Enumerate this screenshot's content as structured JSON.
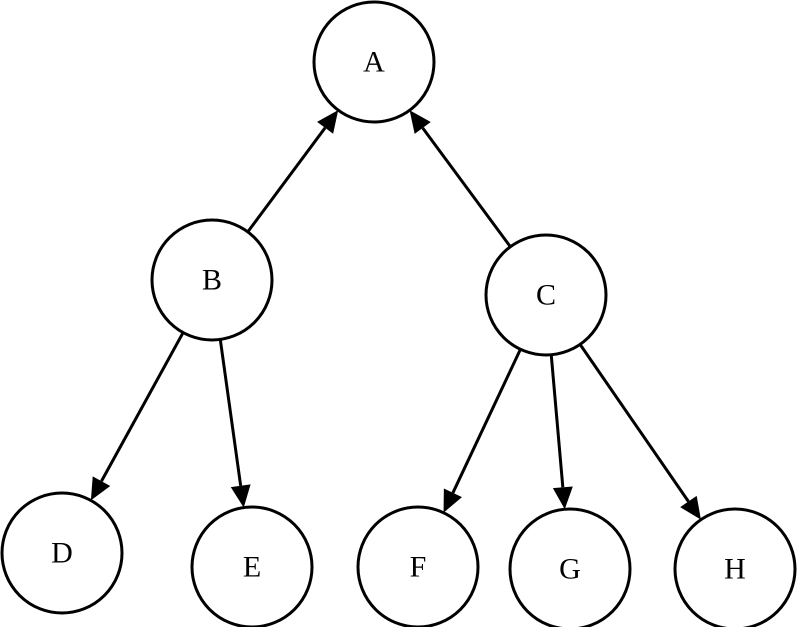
{
  "nodes": [
    {
      "id": "A",
      "label": "A"
    },
    {
      "id": "B",
      "label": "B"
    },
    {
      "id": "C",
      "label": "C"
    },
    {
      "id": "D",
      "label": "D"
    },
    {
      "id": "E",
      "label": "E"
    },
    {
      "id": "F",
      "label": "F"
    },
    {
      "id": "G",
      "label": "G"
    },
    {
      "id": "H",
      "label": "H"
    }
  ],
  "edges": [
    {
      "from": "B",
      "to": "A"
    },
    {
      "from": "C",
      "to": "A"
    },
    {
      "from": "B",
      "to": "D"
    },
    {
      "from": "B",
      "to": "E"
    },
    {
      "from": "C",
      "to": "F"
    },
    {
      "from": "C",
      "to": "G"
    },
    {
      "from": "C",
      "to": "H"
    }
  ],
  "colors": {
    "stroke": "#000000",
    "fill": "#ffffff"
  }
}
